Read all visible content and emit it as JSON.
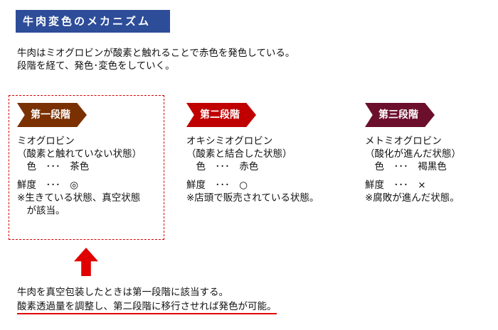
{
  "title": "牛肉変色のメカニズム",
  "intro": [
    "牛肉はミオグロビンが酸素と触れることで赤色を発色している。",
    "段階を経て、発色･変色をしていく。"
  ],
  "stages": [
    {
      "label": "第一段階",
      "color": "#7a3000",
      "name": "ミオグロビン",
      "desc": "（酸素と触れていない状態）",
      "color_line": "　色　･･･　茶色",
      "freshness": "鮮度　･･･　◎",
      "note1": "※生きている状態、真空状態",
      "note2": "　が該当。"
    },
    {
      "label": "第二段階",
      "color": "#c00000",
      "name": "オキシミオグロビン",
      "desc": "（酸素と結合した状態）",
      "color_line": "　色　･･･　赤色",
      "freshness": "鮮度　･･･　○",
      "note1": "※店頭で販売されている状態。",
      "note2": ""
    },
    {
      "label": "第三段階",
      "color": "#6b0f2d",
      "name": "メトミオグロビン",
      "desc": "（酸化が進んだ状態）",
      "color_line": "　色　･･･　褐黒色",
      "freshness": "鮮度　･･･　×",
      "note1": "※腐敗が進んだ状態。",
      "note2": ""
    }
  ],
  "conclusion": [
    "牛肉を真空包装したときは第一段階に該当する。",
    "酸素透過量を調整し、第二段階に移行させれば発色が可能。"
  ],
  "colors": {
    "title_bg": "#2e4d99",
    "accent": "#e00000"
  }
}
